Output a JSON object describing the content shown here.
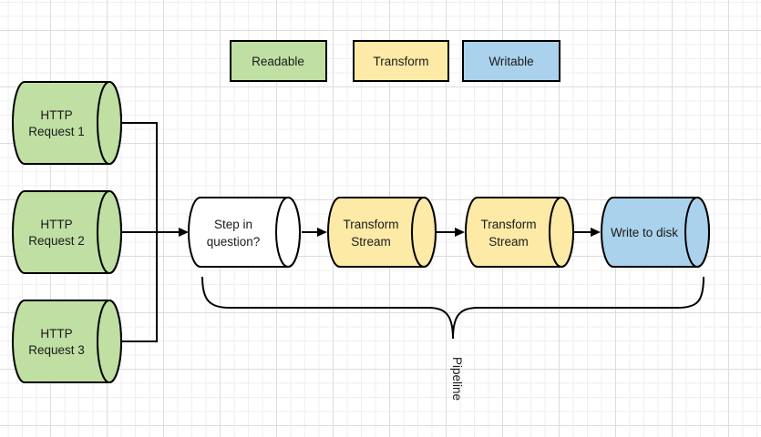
{
  "colors": {
    "readable": "#bfdfa3",
    "transform": "#fdeaa6",
    "writable": "#aad2ec",
    "neutral": "#ffffff",
    "line": "#000000"
  },
  "legend": {
    "items": [
      {
        "label": "Readable",
        "color_key": "readable"
      },
      {
        "label": "Transform",
        "color_key": "transform"
      },
      {
        "label": "Writable",
        "color_key": "writable"
      }
    ]
  },
  "sources": [
    {
      "line1": "HTTP",
      "line2": "Request 1"
    },
    {
      "line1": "HTTP",
      "line2": "Request 2"
    },
    {
      "line1": "HTTP",
      "line2": "Request 3"
    }
  ],
  "pipeline_nodes": [
    {
      "line1": "Step in",
      "line2": "question?"
    },
    {
      "line1": "Transform",
      "line2": "Stream"
    },
    {
      "line1": "Transform",
      "line2": "Stream"
    },
    {
      "label": "Write to disk"
    }
  ],
  "brace_label": "Pipeline"
}
